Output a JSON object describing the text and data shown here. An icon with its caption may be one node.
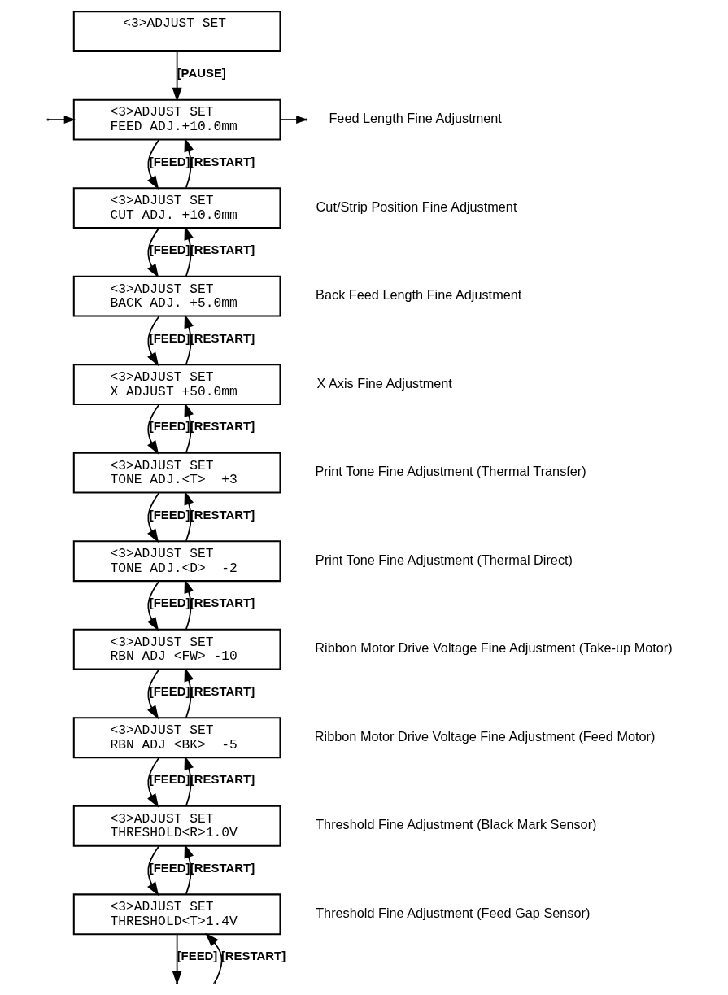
{
  "diagram": {
    "nodes": [
      {
        "text": [
          "<3>ADJUST SET"
        ]
      },
      {
        "text": [
          "<3>ADJUST SET",
          "FEED ADJ.+10.0mm"
        ],
        "beside": [
          "Feed Length Fine Adjustment"
        ]
      },
      {
        "text": [
          "<3>ADJUST SET",
          "CUT ADJ. +10.0mm"
        ],
        "beside": [
          "Cut/Strip Position Fine Adjustment"
        ]
      },
      {
        "text": [
          "<3>ADJUST SET",
          "BACK ADJ. +5.0mm"
        ],
        "beside": [
          "Back Feed Length Fine Adjustment"
        ]
      },
      {
        "text": [
          "<3>ADJUST SET",
          "X ADJUST +50.0mm"
        ],
        "beside": [
          "X Axis Fine Adjustment"
        ]
      },
      {
        "text": [
          "<3>ADJUST SET",
          "TONE ADJ.<T>  +3"
        ],
        "beside": [
          "Print Tone Fine Adjustment (Thermal Transfer)"
        ]
      },
      {
        "text": [
          "<3>ADJUST SET",
          "TONE ADJ.<D>  -2"
        ],
        "beside": [
          "Print Tone Fine Adjustment (Thermal Direct)"
        ]
      },
      {
        "text": [
          "<3>ADJUST SET",
          "RBN ADJ <FW> -10"
        ],
        "beside": [
          "Ribbon Motor Drive Voltage Fine Adjustment (Take-up Motor)"
        ]
      },
      {
        "text": [
          "<3>ADJUST SET",
          "RBN ADJ <BK>  -5"
        ],
        "beside": [
          "Ribbon Motor Drive Voltage Fine Adjustment (Feed Motor)"
        ]
      },
      {
        "text": [
          "<3>ADJUST SET",
          "THRESHOLD<R>1.0V"
        ],
        "beside": [
          "Threshold Fine Adjustment (Black Mark Sensor)"
        ]
      },
      {
        "text": [
          "<3>ADJUST SET",
          "THRESHOLD<T>1.4V"
        ],
        "beside": [
          "Threshold Fine Adjustment (Feed Gap Sensor)"
        ]
      }
    ],
    "edges": [
      {
        "from": 0,
        "to": 1,
        "arrow": "to",
        "label": "[PAUSE]"
      },
      {
        "from": 1,
        "to": null,
        "arrow": "to"
      },
      {
        "from": null,
        "to": 1,
        "arrow": "to"
      },
      {
        "from": 1,
        "to": 2,
        "arrow": "to",
        "label": "[FEED]"
      },
      {
        "from": 2,
        "to": 1,
        "arrow": "to",
        "label": "[RESTART]"
      },
      {
        "from": 2,
        "to": 3,
        "arrow": "to",
        "label": "[FEED]"
      },
      {
        "from": 3,
        "to": 2,
        "arrow": "to",
        "label": "[RESTART]"
      },
      {
        "from": 3,
        "to": 4,
        "arrow": "to",
        "label": "[FEED]"
      },
      {
        "from": 4,
        "to": 3,
        "arrow": "to",
        "label": "[RESTART]"
      },
      {
        "from": 4,
        "to": 5,
        "arrow": "to",
        "label": "[FEED]"
      },
      {
        "from": 5,
        "to": 4,
        "arrow": "to",
        "label": "[RESTART]"
      },
      {
        "from": 5,
        "to": 6,
        "arrow": "to",
        "label": "[FEED]"
      },
      {
        "from": 6,
        "to": 5,
        "arrow": "to",
        "label": "[RESTART]"
      },
      {
        "from": 6,
        "to": 7,
        "arrow": "to",
        "label": "[FEED]"
      },
      {
        "from": 7,
        "to": 6,
        "arrow": "to",
        "label": "[RESTART]"
      },
      {
        "from": 7,
        "to": 8,
        "arrow": "to",
        "label": "[FEED]"
      },
      {
        "from": 8,
        "to": 7,
        "arrow": "to",
        "label": "[RESTART]"
      },
      {
        "from": 8,
        "to": 9,
        "arrow": "to",
        "label": "[FEED]"
      },
      {
        "from": 9,
        "to": 8,
        "arrow": "to",
        "label": "[RESTART]"
      },
      {
        "from": 9,
        "to": 10,
        "arrow": "to",
        "label": "[FEED]"
      },
      {
        "from": 10,
        "to": 9,
        "arrow": "to",
        "label": "[RESTART]"
      },
      {
        "from": null,
        "to": 10,
        "arrow": "to",
        "label": "[RESTART]"
      },
      {
        "from": 10,
        "to": null,
        "arrow": "to",
        "label": "[FEED]"
      }
    ]
  }
}
